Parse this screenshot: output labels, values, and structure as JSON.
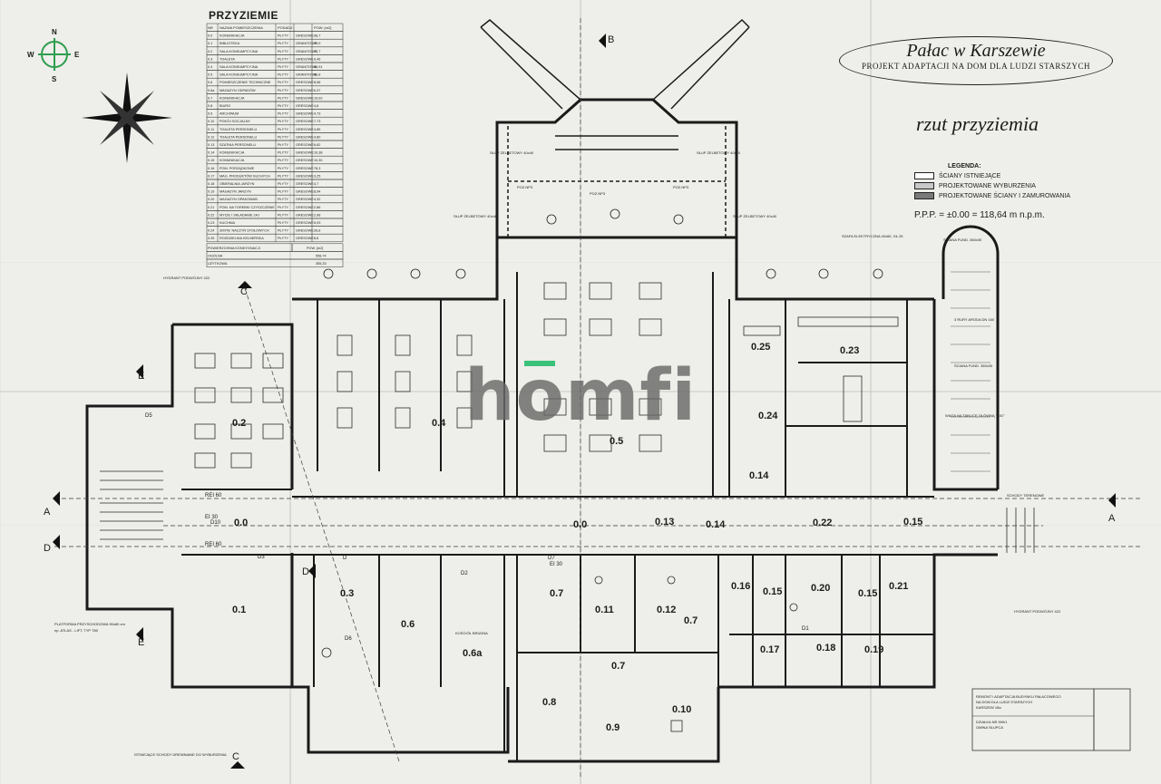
{
  "header": {
    "table_title": "PRZYZIEMIE",
    "title_main": "Pałac w Karszewie",
    "title_sub": "PROJEKT ADAPTACJI NA DOM DLA LUDZI STARSZYCH",
    "rzut": "rzut przyziemia"
  },
  "legend": {
    "title": "LEGENDA:",
    "items": [
      {
        "label": "ŚCIANY ISTNIEJĄCE",
        "color": "#ffffff"
      },
      {
        "label": "PROJEKTOWANE WYBURZENIA",
        "color": "#c8c8c8"
      },
      {
        "label": "PROJEKTOWANE ŚCIANY I ZAMUROWANIA",
        "color": "#7a7a7a"
      }
    ],
    "ppp": "P.P.P. = ±0.00 = 118,64 m n.p.m."
  },
  "compass": {
    "n": "N",
    "w": "W",
    "e": "E",
    "s": "S"
  },
  "watermark": "homfi",
  "room_table": {
    "headers": [
      "NR",
      "NAZWA POMIESZCZENIA",
      "POSADZ.",
      "POW. [m2]"
    ],
    "rows": [
      [
        "0.0",
        "KOMUNIKACJA",
        "PŁYTY",
        "GRESOWE",
        "98,7"
      ],
      [
        "0.1",
        "BIBLIOTEKA",
        "PŁYTY",
        "GRANITOWE",
        "79,9"
      ],
      [
        "0.2",
        "SALA KONSUMPCYJNA",
        "PŁYTY",
        "GRANITOWE",
        "73,7"
      ],
      [
        "0.3",
        "TOALETA",
        "PŁYTY",
        "GRESOWE",
        "9,46"
      ],
      [
        "0.4",
        "SALA KONSUMPCYJNA",
        "PŁYTY",
        "GRANITOWE",
        "54,91"
      ],
      [
        "0.5",
        "SALA KONSUMPCYJNA",
        "PŁYTY",
        "GRANITOWE",
        "90,8"
      ],
      [
        "0.6",
        "POMIESZCZENIE TECHNICZNE",
        "PŁYTY",
        "GRESOWE",
        "8,58"
      ],
      [
        "0.6a",
        "MAGAZYN ODPADÓW",
        "PŁYTY",
        "GRESOWE",
        "6,37"
      ],
      [
        "0.7",
        "KOMUNIKACJA",
        "PŁYTY",
        "GRESOWE",
        "19,92"
      ],
      [
        "0.8",
        "BIURO",
        "PŁYTY",
        "GRESOWE",
        "4,8"
      ],
      [
        "0.9",
        "ARCHIWUM",
        "PŁYTY",
        "GRESOWE",
        "4,73"
      ],
      [
        "0.10",
        "POKÓJ SOCJALNY",
        "PŁYTY",
        "GRESOWE",
        "7,73"
      ],
      [
        "0.11",
        "TOALETA PERSONELU",
        "PŁYTY",
        "GRESOWE",
        "4,85"
      ],
      [
        "0.12",
        "TOALETA PERSONELU",
        "PŁYTY",
        "GRESOWE",
        "4,80"
      ],
      [
        "0.13",
        "SZATNIA PERSONELU",
        "PŁYTY",
        "GRESOWE",
        "6,82"
      ],
      [
        "0.14",
        "KOMUNIKACJA",
        "PŁYTY",
        "GRESOWE",
        "10,38"
      ],
      [
        "0.15",
        "KOMUNIKACJA",
        "PŁYTY",
        "GRESOWE",
        "10,30"
      ],
      [
        "0.16",
        "POM. PORZĄDKOWE",
        "PŁYTY",
        "GRESOWE",
        "78,3"
      ],
      [
        "0.17",
        "MAG. PRODUKTÓW SUCHYCH",
        "PŁYTY",
        "GRESOWE",
        "3,25"
      ],
      [
        "0.18",
        "OBIERALNIA JARZYN",
        "PŁYTY",
        "GRESOWE",
        "4,7"
      ],
      [
        "0.19",
        "MAGAZYN JARZYN",
        "PŁYTY",
        "GRESOWE",
        "8,94"
      ],
      [
        "0.20",
        "MAGAZYN OPAKOWAŃ",
        "PŁYTY",
        "GRESOWE",
        "4,32"
      ],
      [
        "0.21",
        "POM. NA TOREBKI CZYSZCZENIE",
        "PŁYTY",
        "GRESOWE",
        "2,86"
      ],
      [
        "0.22",
        "MYCIE I SKŁADANIE JAJ",
        "PŁYTY",
        "GRESOWE",
        "2,98"
      ],
      [
        "0.23",
        "KUCHNIA",
        "PŁYTY",
        "GRESOWE",
        "5,93"
      ],
      [
        "0.24",
        "ZMYW. NACZYŃ STOŁOWYCH",
        "PŁYTY",
        "GRESOWE",
        "26,8"
      ],
      [
        "0.25",
        "ROZDZIELNIA KELNERSKA",
        "PŁYTY",
        "GRESOWE",
        "8,8"
      ]
    ],
    "summary_header": "POWIERZCHNIA KONDYGNACJI",
    "summary_unit": "POW. [m2]",
    "summary_rows": [
      [
        "OGÓLNA",
        "558,74"
      ],
      [
        "UŻYTKOWA",
        "355,33"
      ]
    ]
  },
  "rooms": [
    {
      "label": "0.2"
    },
    {
      "label": "0.4"
    },
    {
      "label": "0.5"
    },
    {
      "label": "0.25"
    },
    {
      "label": "0.23"
    },
    {
      "label": "0.24"
    },
    {
      "label": "0.14"
    },
    {
      "label": "0.0"
    },
    {
      "label": "0.0"
    },
    {
      "label": "0.13"
    },
    {
      "label": "0.14"
    },
    {
      "label": "0.22"
    },
    {
      "label": "0.15"
    },
    {
      "label": "0.1"
    },
    {
      "label": "0.3"
    },
    {
      "label": "0.6"
    },
    {
      "label": "0.6a"
    },
    {
      "label": "0.7"
    },
    {
      "label": "0.11"
    },
    {
      "label": "0.12"
    },
    {
      "label": "0.7"
    },
    {
      "label": "0.7"
    },
    {
      "label": "0.8"
    },
    {
      "label": "0.9"
    },
    {
      "label": "0.10"
    },
    {
      "label": "0.16"
    },
    {
      "label": "0.15"
    },
    {
      "label": "0.20"
    },
    {
      "label": "0.15"
    },
    {
      "label": "0.21"
    },
    {
      "label": "0.17"
    },
    {
      "label": "0.18"
    },
    {
      "label": "0.19"
    }
  ],
  "section_marks": [
    "A",
    "A",
    "B",
    "C",
    "C",
    "D",
    "D",
    "E",
    "E"
  ],
  "annotations": {
    "d1": "D1",
    "d2": "D2",
    "d3": "D3",
    "d5": "D5",
    "d6": "D6",
    "d7": "D7",
    "d10": "D10",
    "rei60a": "REI 60",
    "rei60b": "REI 60",
    "ei30a": "EI 30",
    "ei30b": "EI 30",
    "hydrant": "HYDRANT PODWÓJNY 422",
    "platform": "PLATFORMA PRZYSCHODOWA 90x80 cm",
    "atlas": "np. ATLAS - LIFT, TYP T80",
    "stairs_note": "ISTNIEJĄCE SCHODY DREWNIANE DO WYBURZENIA",
    "kosciol": "KOŚCIÓŁ BRUDNA",
    "wiata": "WIATA NA TABLICĘ GŁÓWNĄ \"BIG\"",
    "rura": "3 RURY ARODA DN 160",
    "szafa": "SZAFA ELEKTRYCZNA 40x60, GŁ.25",
    "sciana_fund": "ŚCIANA FUND. 360x30",
    "sciana_fund2": "ŚCIANA FUND. 360x30",
    "hydrant2": "HYDRANT PODWÓJNY 422",
    "schody": "SCHODY TERENOWE",
    "stamp1": "REMONT i ADAPTACJA BUDYNKU PAŁACOWEGO",
    "stamp2": "NA DOM DLA LUDZI STARSZYCH",
    "stamp3": "KARSZEW 18a",
    "stamp4": "DZIAŁKA NR 599/1",
    "stamp5": "GMINA SŁUPCA",
    "slup1": "SŁUP ŻELBETOWY 40x40",
    "slup2": "SŁUP ŻELBETOWY 40x40",
    "slup3": "SŁUP ŻELBETOWY 40x40",
    "slup4": "SŁUP ŻELBETOWY 40x40",
    "poz1": "POZ.NP3",
    "poz2": "POZ.NP3",
    "poz3": "POZ.NP3",
    "d": "D"
  }
}
